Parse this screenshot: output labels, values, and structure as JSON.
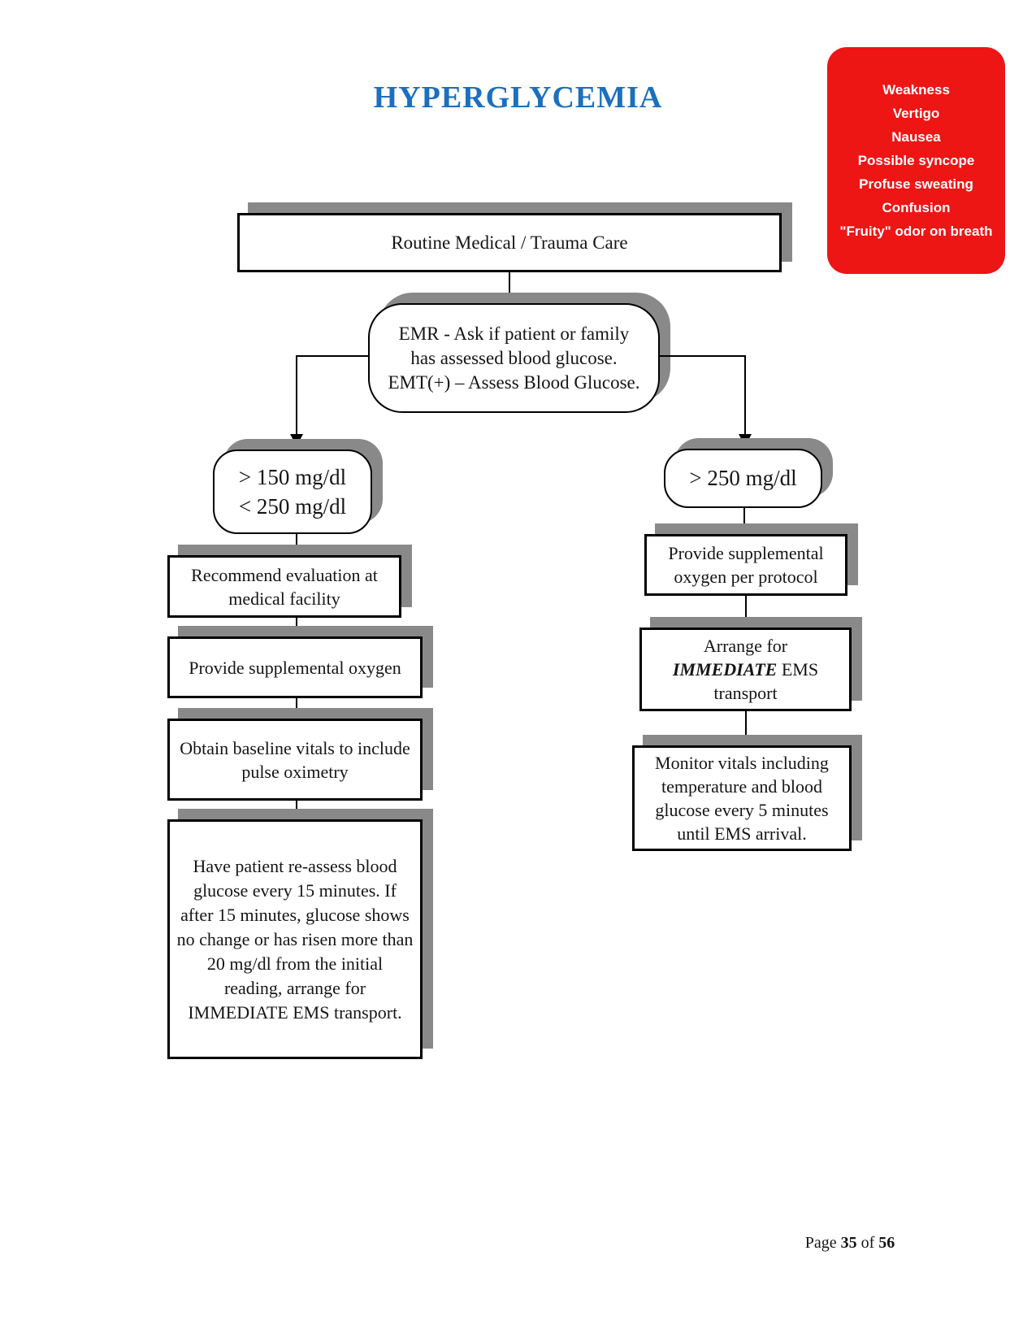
{
  "page": {
    "title": "HYPERGLYCEMIA",
    "footer": {
      "prefix": "Page",
      "current": "35",
      "middle": "of",
      "total": "56"
    }
  },
  "symptoms": {
    "items": [
      "Weakness",
      "Vertigo",
      "Nausea",
      "Possible syncope",
      "Profuse sweating",
      "Confusion",
      "\"Fruity\" odor on breath"
    ]
  },
  "flowchart": {
    "routine": "Routine Medical / Trauma Care",
    "assess": "EMR - Ask if patient or family has assessed blood glucose. EMT(+) – Assess Blood Glucose.",
    "left_branch": {
      "range": {
        "line1": "> 150 mg/dl",
        "line2": "< 250 mg/dl"
      },
      "steps": [
        "Recommend evaluation at medical facility",
        "Provide supplemental oxygen",
        "Obtain baseline vitals to include pulse oximetry",
        "Have patient re-assess blood glucose every 15 minutes. If after 15 minutes, glucose shows no change or has risen more than 20 mg/dl from the initial reading, arrange for IMMEDIATE EMS transport."
      ]
    },
    "right_branch": {
      "range": "> 250 mg/dl",
      "step1": "Provide supplemental oxygen per protocol",
      "step2": {
        "line1": "Arrange for",
        "emphasis": "IMMEDIATE",
        "line2_rest": " EMS",
        "line3": "transport"
      },
      "step3": "Monitor vitals including temperature and blood glucose every 5 minutes until EMS arrival."
    }
  },
  "colors": {
    "accent_blue": "#1B6FBE",
    "alert_red": "#EE1515",
    "shadow_gray": "#898989"
  }
}
